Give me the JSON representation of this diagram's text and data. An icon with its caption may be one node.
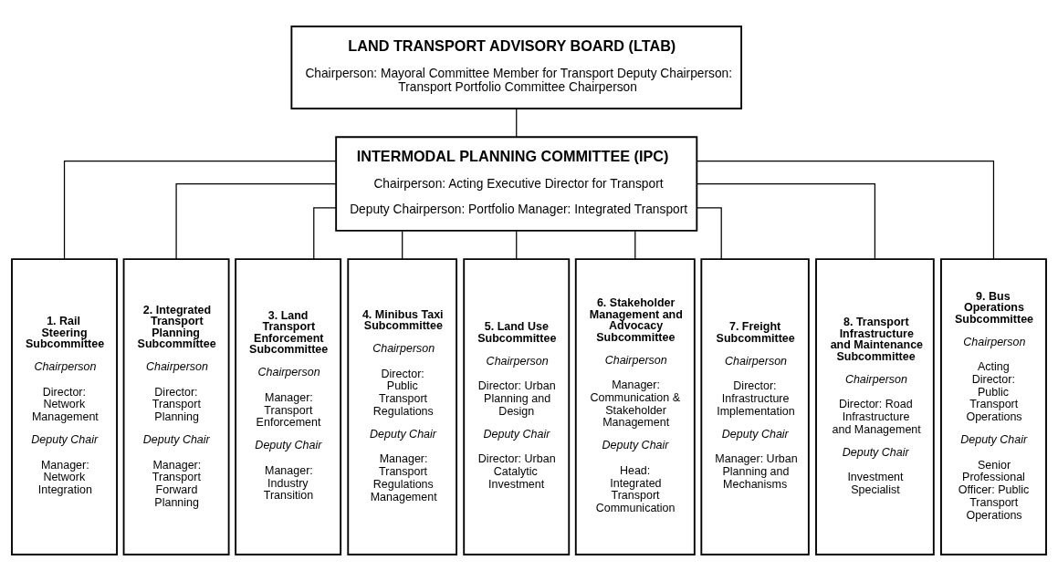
{
  "diagram": {
    "nodes": [
      {
        "text": [
          "LAND TRANSPORT ADVISORY BOARD (LTAB)",
          "Chairperson: Mayoral Committee Member for Transport Deputy Chairperson: Transport Portfolio Committee Chairperson"
        ]
      },
      {
        "text": [
          "INTERMODAL PLANNING COMMITTEE (IPC)",
          "Chairperson: Acting Executive Director for Transport",
          "Deputy Chairperson: Portfolio Manager: Integrated Transport"
        ]
      },
      {
        "text": [
          "1. Rail Steering Subcommittee",
          "Chairperson",
          "Director: Network Management",
          "Deputy Chair",
          "Manager: Network Integration"
        ]
      },
      {
        "text": [
          "2. Integrated Transport Planning Subcommittee",
          "Chairperson",
          "Director: Transport Planning",
          "Deputy Chair",
          "Manager: Transport Forward Planning"
        ]
      },
      {
        "text": [
          "3. Land Transport Enforcement Subcommittee",
          "Chairperson",
          "Manager: Transport Enforcement",
          "Deputy Chair",
          "Manager: Industry Transition"
        ]
      },
      {
        "text": [
          "4. Minibus Taxi Subcommittee",
          "Chairperson",
          "Director: Public Transport Regulations",
          "Deputy Chair",
          "Manager: Transport Regulations Management"
        ]
      },
      {
        "text": [
          "5. Land Use Subcommittee",
          "Chairperson",
          "Director: Urban Planning and Design",
          "Deputy Chair",
          "Director: Urban Catalytic Investment"
        ]
      },
      {
        "text": [
          "6. Stakeholder Management and Advocacy Subcommittee",
          "Chairperson",
          "Manager: Communication & Stakeholder Management",
          "Deputy Chair",
          "Head: Integrated Transport Communication"
        ]
      },
      {
        "text": [
          "7. Freight Subcommittee",
          "Chairperson",
          "Director: Infrastructure Implementation",
          "Deputy Chair",
          "Manager: Urban Planning and Mechanisms"
        ]
      },
      {
        "text": [
          "8. Transport Infrastructure and Maintenance Subcommittee",
          "Chairperson",
          "Director: Road Infrastructure and Management",
          "Deputy Chair",
          "Investment Specialist"
        ]
      },
      {
        "text": [
          "9. Bus Operations Subcommittee",
          "Chairperson",
          "Acting Director: Public Transport Operations",
          "Deputy Chair",
          "Senior Professional Officer: Public Transport Operations"
        ]
      }
    ],
    "edges": [
      {
        "from": 0,
        "to": 1,
        "arrow": "none"
      },
      {
        "from": 1,
        "to": 2,
        "arrow": "none"
      },
      {
        "from": 1,
        "to": 3,
        "arrow": "none"
      },
      {
        "from": 1,
        "to": 4,
        "arrow": "none"
      },
      {
        "from": 1,
        "to": 5,
        "arrow": "none"
      },
      {
        "from": 1,
        "to": 6,
        "arrow": "none"
      },
      {
        "from": 1,
        "to": 7,
        "arrow": "none"
      },
      {
        "from": 1,
        "to": 8,
        "arrow": "none"
      },
      {
        "from": 1,
        "to": 9,
        "arrow": "none"
      },
      {
        "from": 1,
        "to": 10,
        "arrow": "none"
      }
    ]
  }
}
